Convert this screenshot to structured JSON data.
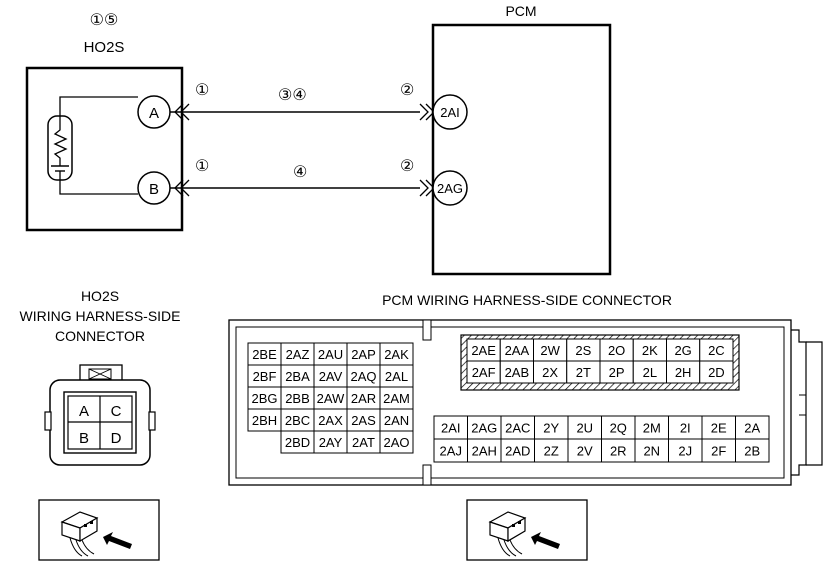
{
  "wiring": {
    "ho2s_callouts": "①⑤",
    "ho2s_title": "HO2S",
    "pcm_title": "PCM",
    "term_a": "A",
    "term_b": "B",
    "pcm_term_upper": "2AI",
    "pcm_term_lower": "2AG",
    "callout_upper_left": "①",
    "callout_upper_mid": "③④",
    "callout_upper_right": "②",
    "callout_lower_left": "①",
    "callout_lower_mid": "④",
    "callout_lower_right": "②"
  },
  "ho2s_connector": {
    "title_lines": [
      "HO2S",
      "WIRING HARNESS-SIDE",
      "CONNECTOR"
    ],
    "pins": [
      "A",
      "C",
      "B",
      "D"
    ]
  },
  "pcm_connector": {
    "title": "PCM WIRING HARNESS-SIDE CONNECTOR",
    "left_block": [
      [
        "2BE",
        "2AZ",
        "2AU",
        "2AP",
        "2AK"
      ],
      [
        "2BF",
        "2BA",
        "2AV",
        "2AQ",
        "2AL"
      ],
      [
        "2BG",
        "2BB",
        "2AW",
        "2AR",
        "2AM"
      ],
      [
        "2BH",
        "2BC",
        "2AX",
        "2AS",
        "2AN"
      ],
      [
        "2BD",
        "2AY",
        "2AT",
        "2AO"
      ]
    ],
    "hatched_block": [
      [
        "2AE",
        "2AA",
        "2W",
        "2S",
        "2O",
        "2K",
        "2G",
        "2C"
      ],
      [
        "2AF",
        "2AB",
        "2X",
        "2T",
        "2P",
        "2L",
        "2H",
        "2D"
      ]
    ],
    "lower_right_block": [
      [
        "2AI",
        "2AG",
        "2AC",
        "2Y",
        "2U",
        "2Q",
        "2M",
        "2I",
        "2E",
        "2A"
      ],
      [
        "2AJ",
        "2AH",
        "2AD",
        "2Z",
        "2V",
        "2R",
        "2N",
        "2J",
        "2F",
        "2B"
      ]
    ]
  }
}
